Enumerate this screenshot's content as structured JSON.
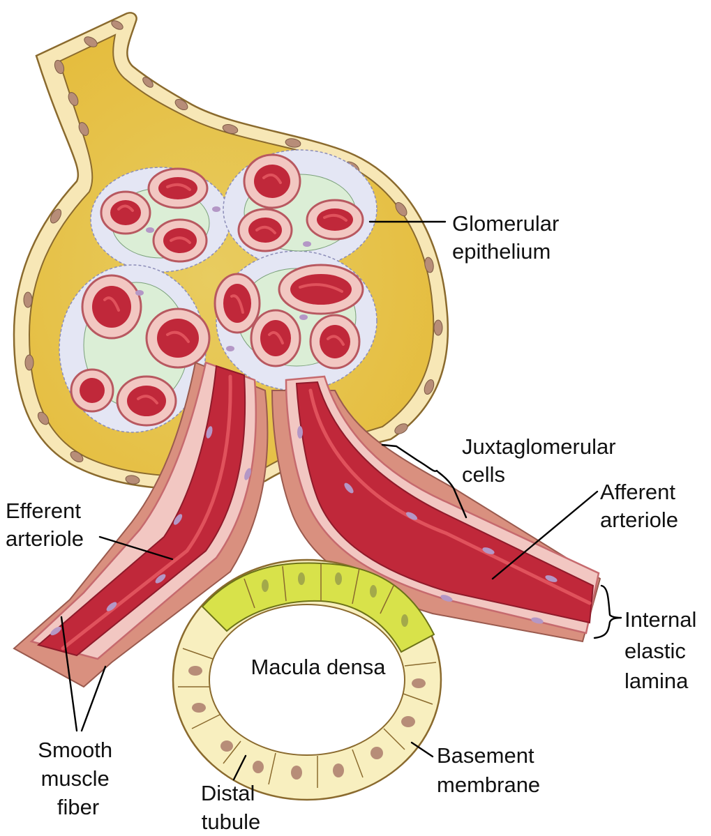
{
  "labels": {
    "glomerular_epithelium": [
      "Glomerular",
      "epithelium"
    ],
    "juxtaglomerular_cells": [
      "Juxtaglomerular",
      "cells"
    ],
    "afferent_arteriole": [
      "Afferent",
      "arteriole"
    ],
    "efferent_arteriole": [
      "Efferent",
      "arteriole"
    ],
    "internal_elastic_lamina": [
      "Internal",
      "elastic",
      "lamina"
    ],
    "macula_densa": "Macula densa",
    "basement_membrane": [
      "Basement",
      "membrane"
    ],
    "smooth_muscle_fiber": [
      "Smooth",
      "muscle",
      "fiber"
    ],
    "distal_tubule": [
      "Distal",
      "tubule"
    ]
  },
  "colors": {
    "capsule_space": "#e9c34a",
    "capsule_cells": "#f7e7b6",
    "capsule_outline": "#8a6a2e",
    "nucleus": "#b78d78",
    "lumen": "#c0283a",
    "lumen_light": "#e0525c",
    "vessel_wall": "#f2c7c2",
    "vessel_outline": "#c66a6e",
    "muscle_cell": "#d9907f",
    "mesangium": "#dbeed6",
    "podocyte": "#e4e6f4",
    "macula_cells": "#d8e24a",
    "tubule_cells": "#f8efbf",
    "smooth_nucleus": "#b497c6"
  }
}
